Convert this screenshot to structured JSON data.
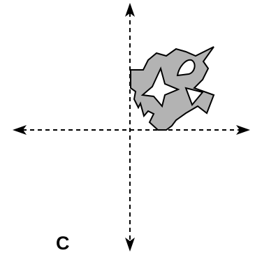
{
  "option_label": "C",
  "colors": {
    "shape_fill": "#b3b3b3",
    "outline": "#000000",
    "hole_fill": "#ffffff",
    "background": "#ffffff"
  },
  "axes": {
    "style": "dashed",
    "arrowheads": "both-ends",
    "quadrant_of_shape": "top-right"
  },
  "shape": {
    "holes": [
      "star-hole",
      "teardrop-hole",
      "triangle-hole"
    ]
  }
}
